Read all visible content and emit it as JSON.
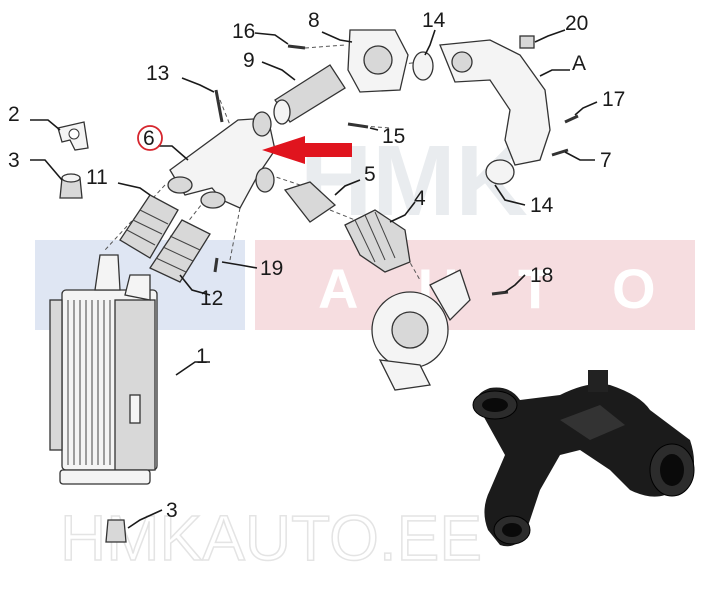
{
  "callouts": {
    "c1": "1",
    "c2": "2",
    "c3a": "3",
    "c3b": "3",
    "c4": "4",
    "c5": "5",
    "c6": "6",
    "c7": "7",
    "c8": "8",
    "c9": "9",
    "c11": "11",
    "c12": "12",
    "c13": "13",
    "c14a": "14",
    "c14b": "14",
    "c15": "15",
    "c16": "16",
    "c17": "17",
    "c18": "18",
    "c19": "19",
    "c20": "20",
    "cA": "A"
  },
  "watermark": {
    "brand_big": "HMK",
    "auto_letters": [
      "A",
      "U",
      "T",
      "O"
    ],
    "bottom": "HMKAUTO.EE"
  },
  "colors": {
    "highlight_circle": "#d6262e",
    "arrow": "#e0141e"
  }
}
